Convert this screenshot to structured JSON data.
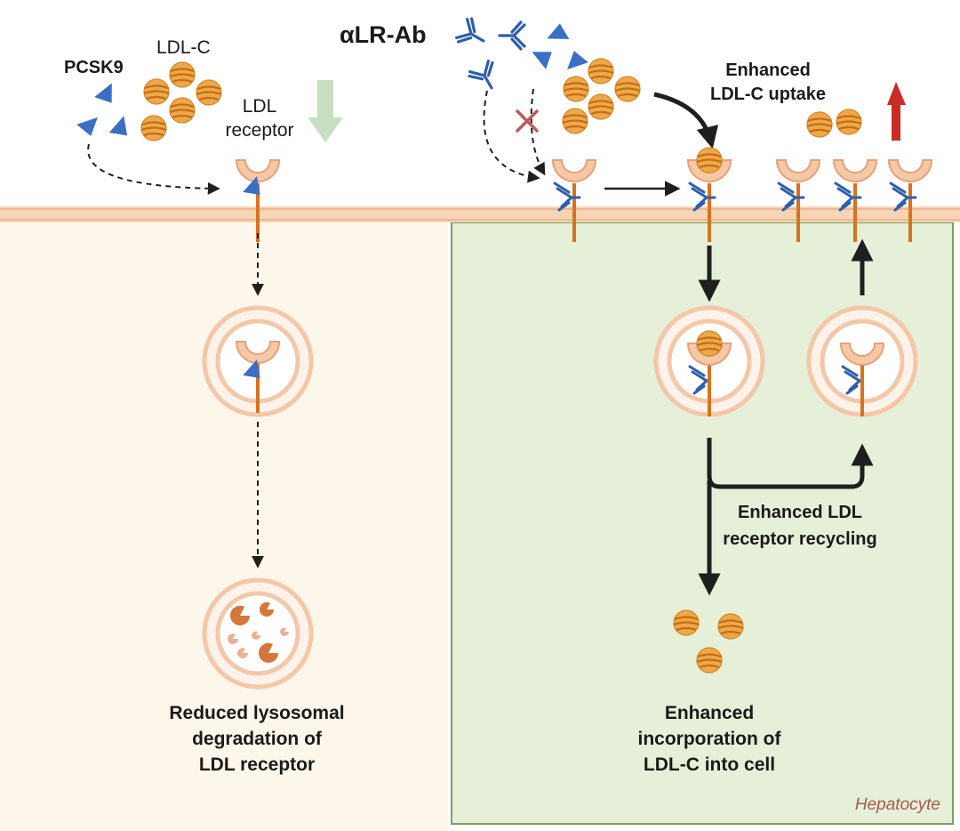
{
  "labels": {
    "pcsk9": "PCSK9",
    "ldl_c": "LDL-C",
    "ldl_receptor_line1": "LDL",
    "ldl_receptor_line2": "receptor",
    "antibody": "αLR-Ab",
    "enhanced_uptake_line1": "Enhanced",
    "enhanced_uptake_line2": "LDL-C uptake",
    "reduced_line1": "Reduced lysosomal",
    "reduced_line2": "degradation of",
    "reduced_line3": "LDL receptor",
    "recycling_line1": "Enhanced LDL",
    "recycling_line2": "receptor recycling",
    "incorporation_line1": "Enhanced",
    "incorporation_line2": "incorporation of",
    "incorporation_line3": "LDL-C into cell",
    "hepatocyte": "Hepatocyte"
  },
  "colors": {
    "cytoplasm_left": "#fdf6ea",
    "cytoplasm_right": "#e6efd8",
    "right_panel_border": "#7f9f62",
    "membrane": "#f6c9a6",
    "receptor": "#f6c9a6",
    "receptor_outline": "#e7a077",
    "receptor_stem": "#d9731e",
    "pcsk9": "#3b6fc4",
    "antibody": "#2e5fab",
    "ldl_particle": "#eda84a",
    "ldl_stripe": "#c56e13",
    "down_arrow": "#c9dfc2",
    "up_arrow": "#c92b25",
    "blocked_x": "#c25a58",
    "lysosome_fragment_dark": "#d3783a",
    "lysosome_fragment_light": "#eab196",
    "hepatocyte_label": "#a65b4d"
  },
  "icons": {
    "pcsk9": "triangle-icon",
    "antibody": "y-antibody-icon",
    "ldl": "striped-particle-icon",
    "blocked": "x-mark-icon",
    "decrease": "down-arrow-icon",
    "increase": "up-arrow-icon"
  }
}
